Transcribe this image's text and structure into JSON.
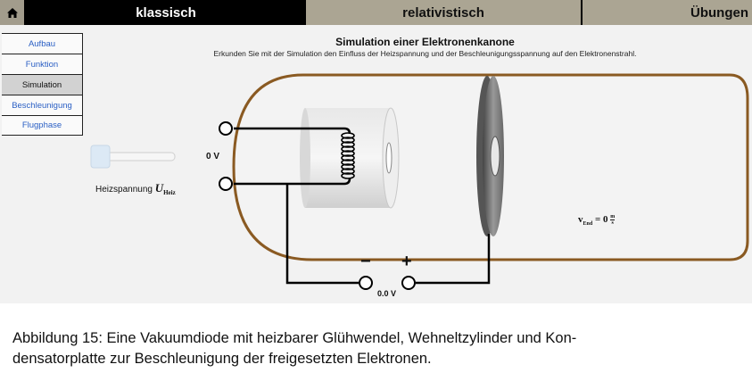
{
  "topbar": {
    "home_icon": "house-icon",
    "tabs": [
      {
        "label": "klassisch",
        "active": true
      },
      {
        "label": "relativistisch",
        "active": false
      },
      {
        "label": "Übungen",
        "active": false
      }
    ]
  },
  "sidebar": {
    "items": [
      {
        "label": "Aufbau",
        "selected": false
      },
      {
        "label": "Funktion",
        "selected": false
      },
      {
        "label": "Simulation",
        "selected": true
      },
      {
        "label": "Beschleunigung",
        "selected": false
      },
      {
        "label": "Flugphase",
        "selected": false
      }
    ]
  },
  "main": {
    "title": "Simulation einer Elektronenkanone",
    "subtitle": "Erkunden Sie mit der Simulation den Einfluss der Heizspannung und der Beschleunigungsspannung auf den Elektronenstrahl.",
    "heater": {
      "value_label": "0 V",
      "slider_label": "Heizspannung ",
      "slider_symbol": "U",
      "slider_subscript": "Heiz",
      "slider_value": 0
    },
    "acceleration": {
      "minus": "−",
      "plus": "+",
      "value_label": "0.0 V"
    },
    "velocity": {
      "symbol": "v",
      "subscript": "End",
      "equals": " = 0 ",
      "unit_num": "m",
      "unit_den": "s"
    }
  },
  "caption": {
    "line1": "Abbildung 15:  Eine Vakuumdiode mit heizbarer Glühwendel, Wehneltzylinder und Kon-",
    "line2": "densatorplatte zur Beschleunigung der freigesetzten Elektronen."
  },
  "colors": {
    "tube_outline": "#8a5a22",
    "tab_active_bg": "#000000",
    "tab_inactive_bg": "#aba593",
    "link_blue": "#2a5fc4"
  }
}
